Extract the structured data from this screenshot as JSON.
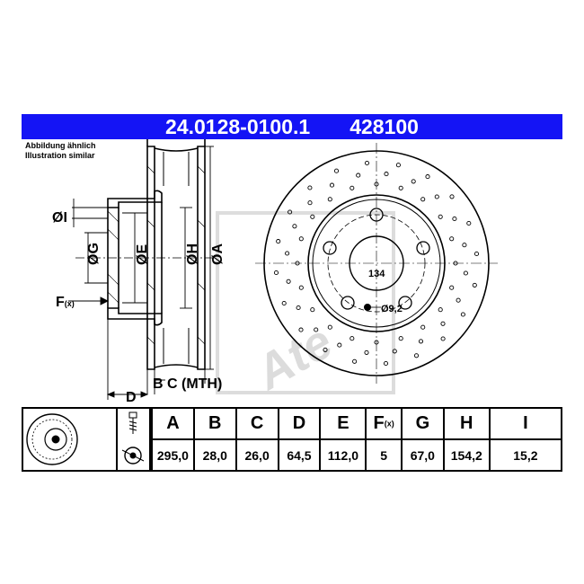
{
  "header": {
    "part_number": "24.0128-0100.1",
    "ref_number": "428100"
  },
  "note": {
    "line1": "Abbildung ähnlich",
    "line2": "Illustration similar"
  },
  "dims": {
    "i": "ØI",
    "g": "ØG",
    "e": "ØE",
    "h": "ØH",
    "a": "ØA",
    "f": "F",
    "f_sub": "(x)",
    "b": "B",
    "c": "C (MTH)",
    "d": "D",
    "pcd": "134",
    "bolt": "Ø9,2"
  },
  "watermark": "Ate",
  "table": {
    "headers": [
      "A",
      "B",
      "C",
      "D",
      "E",
      "F",
      "G",
      "H",
      "I"
    ],
    "f_sub": "(x)",
    "values": [
      "295,0",
      "28,0",
      "26,0",
      "64,5",
      "112,0",
      "5",
      "67,0",
      "154,2",
      "15,2"
    ]
  },
  "colors": {
    "banner": "#1414f5",
    "banner_text": "#ffffff"
  }
}
